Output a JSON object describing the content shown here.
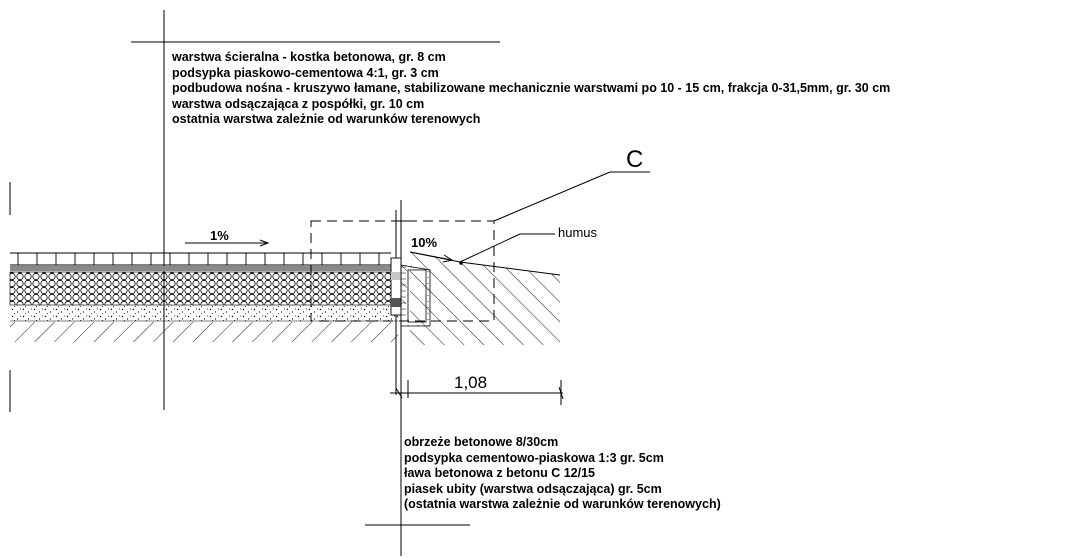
{
  "top_layers": [
    "warstwa ścieralna - kostka betonowa, gr. 8 cm",
    "podsypka piaskowo-cementowa 4:1, gr. 3 cm",
    "podbudowa nośna - kruszywo łamane, stabilizowane mechanicznie warstwami po 10 - 15 cm, frakcja 0-31,5mm, gr. 30 cm",
    "warstwa odsączająca z pospółki, gr. 10 cm",
    "ostatnia warstwa zależnie od warunków terenowych"
  ],
  "curb_layers": [
    "obrzeże betonowe 8/30cm",
    "podsypka cementowo-piaskowa 1:3 gr. 5cm",
    "ława betonowa z betonu C 12/15",
    "piasek ubity (warstwa odsączająca) gr. 5cm",
    "(ostatnia warstwa zależnie od warunków terenowych)"
  ],
  "labels": {
    "detail_mark": "C",
    "humus": "humus",
    "slope_pavement": "1%",
    "slope_terrain": "10%",
    "dimension": "1,08"
  }
}
